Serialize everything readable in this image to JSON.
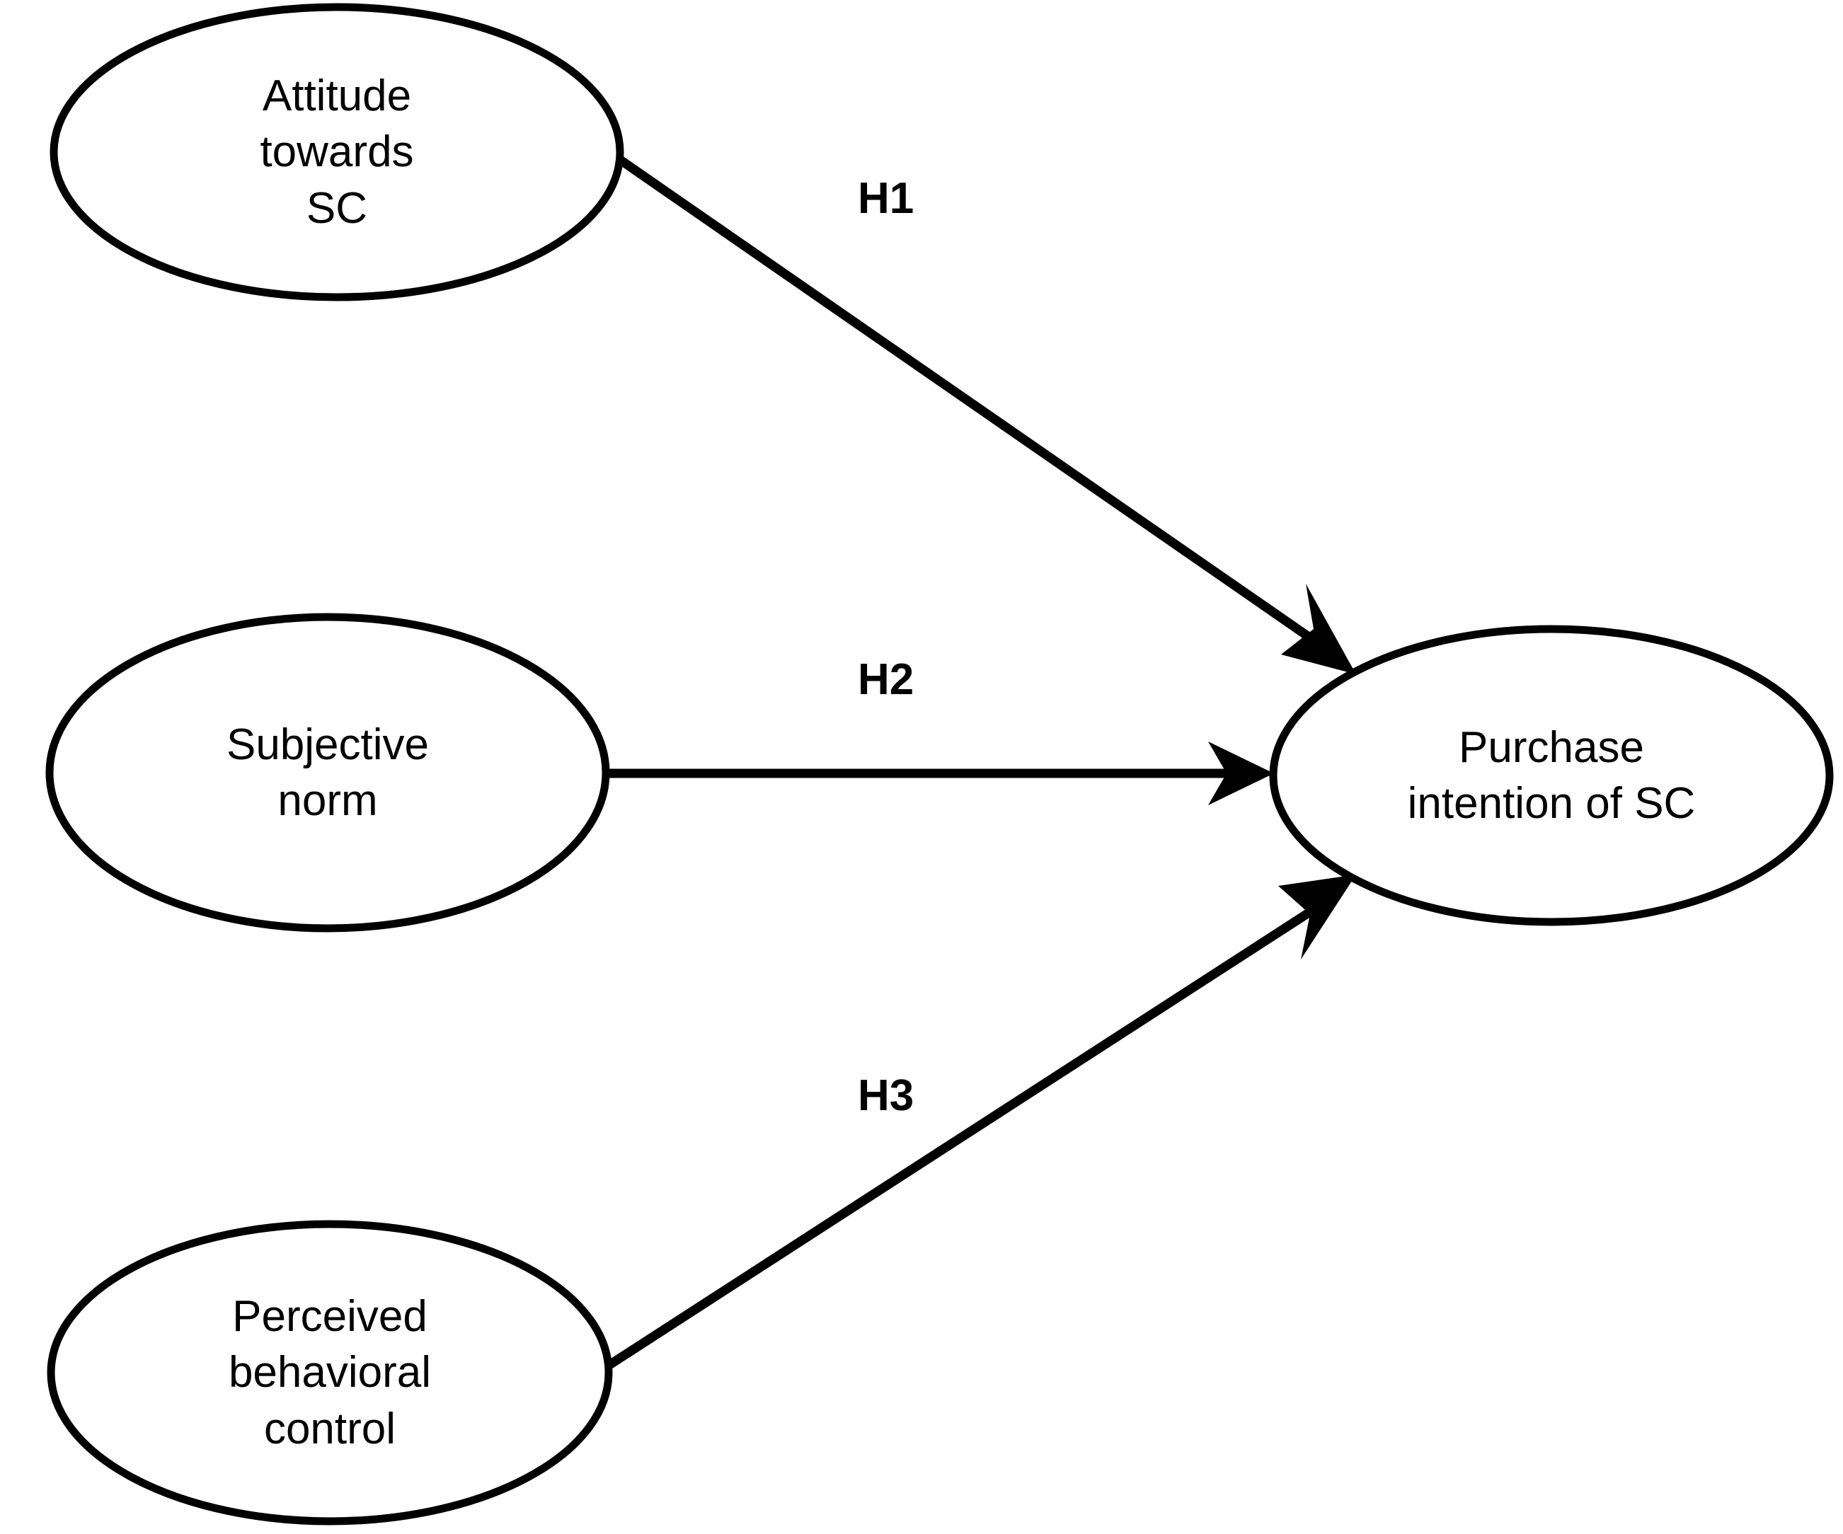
{
  "diagram": {
    "type": "conceptual-model",
    "background_color": "#FFFFFF",
    "stroke_color": "#000000",
    "nodes": [
      {
        "id": "attitude",
        "shape": "ellipse",
        "label": "Attitude\ntowards\nSC",
        "lines": [
          "Attitude",
          "towards",
          "SC"
        ],
        "role": "predictor"
      },
      {
        "id": "subjective-norm",
        "shape": "ellipse",
        "label": "Subjective\nnorm",
        "lines": [
          "Subjective",
          "norm"
        ],
        "role": "predictor"
      },
      {
        "id": "perceived-behavioral-control",
        "shape": "ellipse",
        "label": "Perceived\nbehavioral\ncontrol",
        "lines": [
          "Perceived",
          "behavioral",
          "control"
        ],
        "role": "predictor"
      },
      {
        "id": "purchase-intention",
        "shape": "ellipse",
        "label": "Purchase\nintention of SC",
        "lines": [
          "Purchase",
          "intention of SC"
        ],
        "role": "outcome"
      }
    ],
    "edges": [
      {
        "id": "h1",
        "label": "H1",
        "from": "attitude",
        "to": "purchase-intention",
        "arrow": "single"
      },
      {
        "id": "h2",
        "label": "H2",
        "from": "subjective-norm",
        "to": "purchase-intention",
        "arrow": "single"
      },
      {
        "id": "h3",
        "label": "H3",
        "from": "perceived-behavioral-control",
        "to": "purchase-intention",
        "arrow": "single"
      }
    ]
  }
}
